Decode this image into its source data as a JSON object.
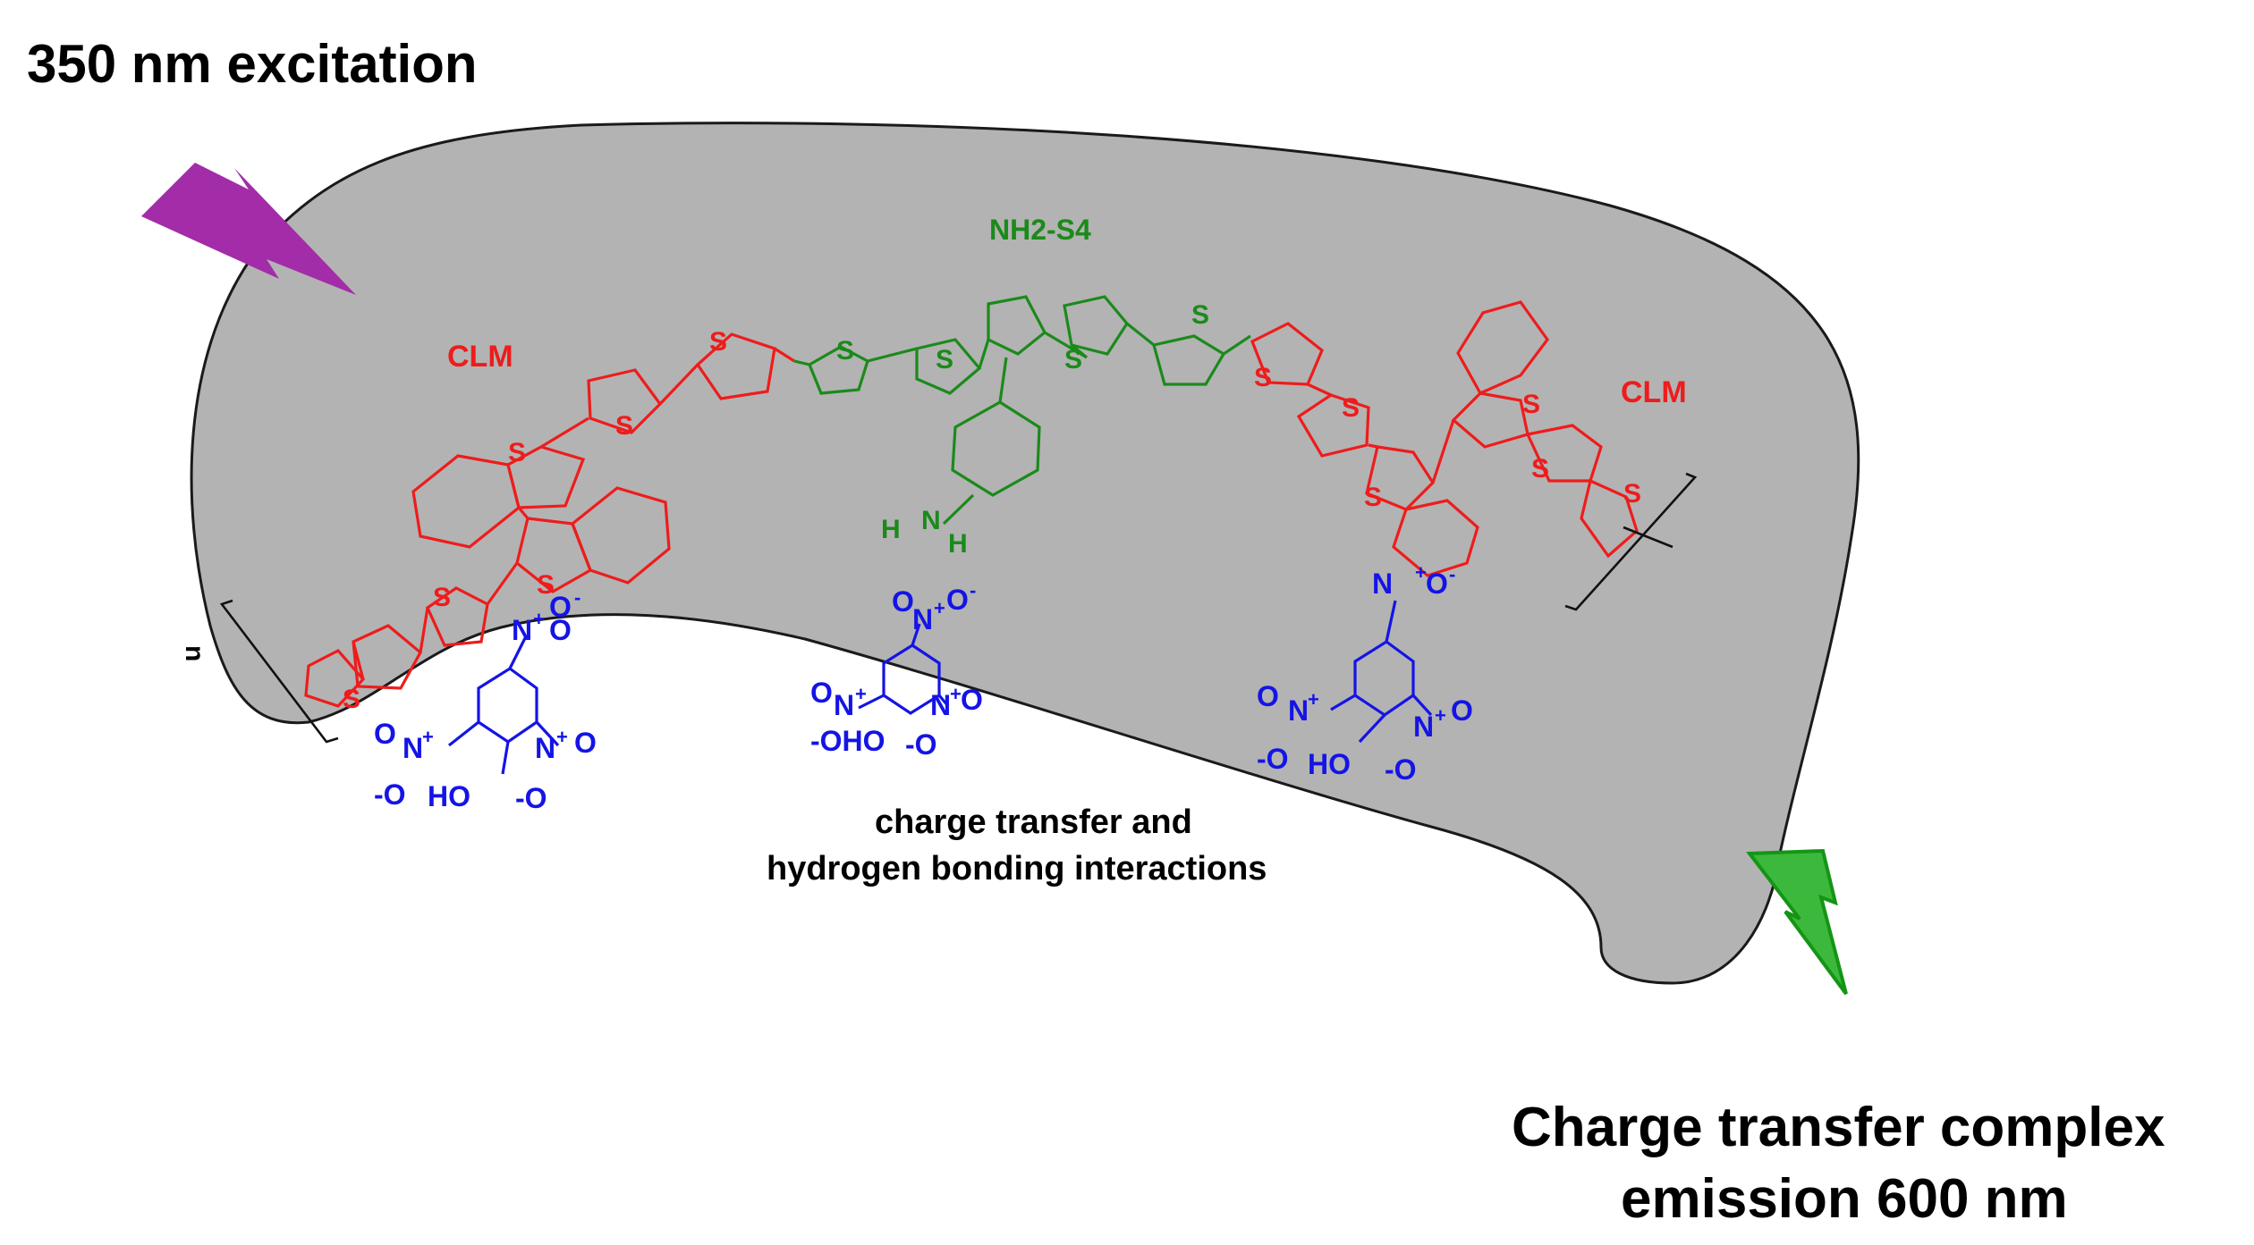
{
  "figure": {
    "excitation_label": "350 nm excitation",
    "polymer_segment_left": "CLM",
    "polymer_segment_right": "CLM",
    "center_unit": "NH2-S4",
    "interaction_line1": "charge transfer and",
    "interaction_line2": "hydrogen bonding interactions",
    "emission_line1": "Charge transfer complex",
    "emission_line2": "emission 600 nm",
    "repeat_index": "n"
  },
  "atoms": {
    "sulfur": "S",
    "hydrogen": "H",
    "nitrogen": "N",
    "hydroxyl": "HO",
    "nitro_n": "N",
    "charge_plus": "+",
    "oxygen": "O",
    "charge_minus": "-",
    "oxygen_minus": "O",
    "oxygen_anion": "-O",
    "hydroxyl_anion": "-OHO"
  },
  "colors": {
    "membrane_fill": "#b3b3b3",
    "chain_red": "#ee1c1c",
    "chain_green": "#1b8a1b",
    "picric_blue": "#1414e6",
    "excitation_bolt": "#a32ca8",
    "emission_bolt": "#3cb93c"
  },
  "icons": {
    "excitation": "lightning-bolt-icon",
    "emission": "lightning-bolt-icon"
  }
}
